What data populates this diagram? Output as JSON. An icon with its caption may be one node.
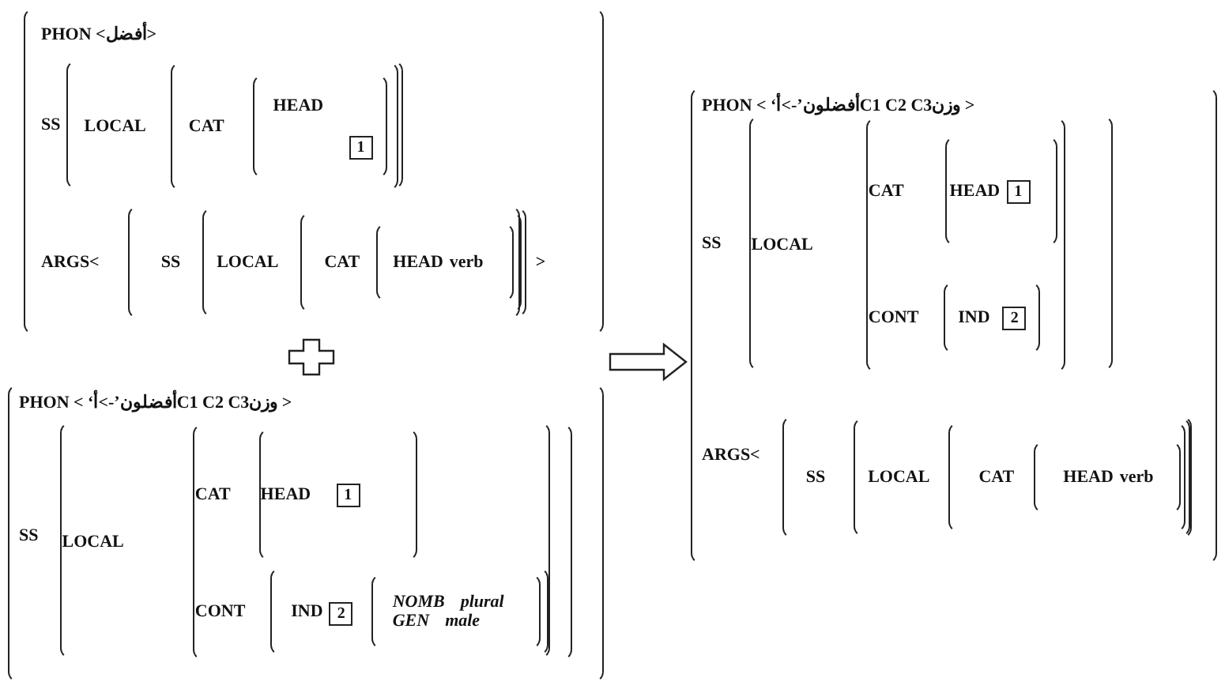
{
  "diagram": {
    "nodes": [
      {
        "text": [
          "PHON <أفضل>",
          "SS",
          "ARGS<",
          ">"
        ]
      },
      {
        "text": [
          "LOCAL"
        ],
        "in": 0
      },
      {
        "text": [
          "CAT"
        ],
        "in": 1
      },
      {
        "text": [
          "HEAD"
        ],
        "in": 2
      },
      {
        "text": [
          "1"
        ],
        "in": 3
      },
      {
        "text": [
          "SS"
        ],
        "in": 0
      },
      {
        "text": [
          "LOCAL"
        ],
        "in": 5
      },
      {
        "text": [
          "CAT"
        ],
        "in": 6
      },
      {
        "text": [
          "HEAD",
          "verb"
        ],
        "in": 7
      },
      {
        "text": [
          "PHON < ‘أفضلون’->أC1 C2 C3وزن >",
          "SS"
        ]
      },
      {
        "text": [
          "LOCAL"
        ],
        "in": 9
      },
      {
        "text": [
          "CAT",
          "CONT"
        ],
        "in": 10
      },
      {
        "text": [
          "HEAD"
        ],
        "in": 11
      },
      {
        "text": [
          "1"
        ],
        "in": 12
      },
      {
        "text": [
          "IND"
        ],
        "in": 11
      },
      {
        "text": [
          "2"
        ],
        "in": 14
      },
      {
        "text": [
          "NOMB",
          "plural",
          "GEN",
          "male"
        ],
        "in": 14
      },
      {
        "text": [
          "PHON < ‘أفضلون’->أC1 C2 C3وزن >",
          "SS",
          "ARGS<"
        ]
      },
      {
        "text": [
          "LOCAL"
        ],
        "in": 17
      },
      {
        "text": [
          "CAT",
          "CONT"
        ],
        "in": 18
      },
      {
        "text": [
          "HEAD"
        ],
        "in": 19
      },
      {
        "text": [
          "1"
        ],
        "in": 20
      },
      {
        "text": [
          "IND"
        ],
        "in": 19
      },
      {
        "text": [
          "2"
        ],
        "in": 22
      },
      {
        "text": [
          "SS"
        ],
        "in": 17
      },
      {
        "text": [
          "LOCAL"
        ],
        "in": 24
      },
      {
        "text": [
          "CAT"
        ],
        "in": 25
      },
      {
        "text": [
          "HEAD",
          "verb"
        ],
        "in": 26
      }
    ],
    "edges": [
      {
        "from": 0,
        "to": 17,
        "arrow": "to"
      },
      {
        "from": 9,
        "to": 17,
        "arrow": "to"
      }
    ]
  }
}
